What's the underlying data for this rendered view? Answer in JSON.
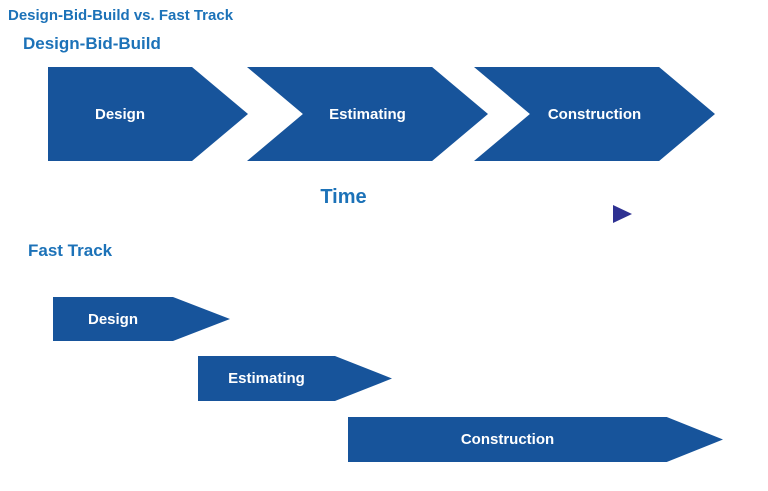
{
  "page": {
    "title": "Design-Bid-Build vs. Fast Track"
  },
  "colors": {
    "background": "#ffffff",
    "heading": "#1c72b8",
    "shape_fill": "#17549b",
    "shape_text": "#ffffff",
    "time_gradient_start": "#4693c6",
    "time_gradient_end": "#2e3192"
  },
  "design_bid_build": {
    "label": "Design-Bid-Build",
    "stages": [
      {
        "label": "Design"
      },
      {
        "label": "Estimating"
      },
      {
        "label": "Construction"
      }
    ]
  },
  "time_axis": {
    "label": "Time"
  },
  "fast_track": {
    "label": "Fast Track",
    "stages": [
      {
        "label": "Design"
      },
      {
        "label": "Estimating"
      },
      {
        "label": "Construction"
      }
    ]
  }
}
